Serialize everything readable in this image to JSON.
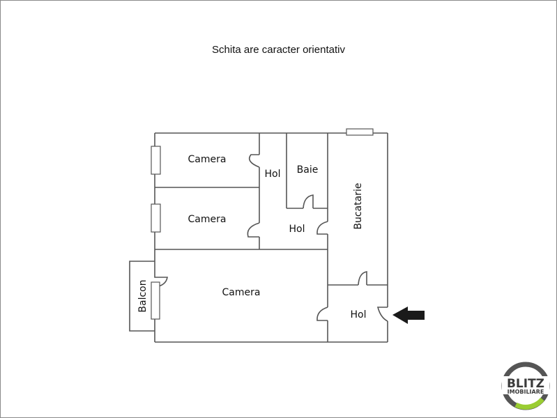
{
  "caption": "Schita are caracter orientativ",
  "rooms": [
    {
      "name": "Camera",
      "id": "camera-1"
    },
    {
      "name": "Camera",
      "id": "camera-2"
    },
    {
      "name": "Camera",
      "id": "camera-3"
    },
    {
      "name": "Hol",
      "id": "hol-1"
    },
    {
      "name": "Baie",
      "id": "baie"
    },
    {
      "name": "Hol",
      "id": "hol-2"
    },
    {
      "name": "Bucatarie",
      "id": "bucatarie"
    },
    {
      "name": "Hol",
      "id": "hol-3"
    },
    {
      "name": "Balcon",
      "id": "balcon"
    }
  ],
  "entrance_icon": "arrow-left-icon",
  "logo": {
    "line1": "BLITZ",
    "line2": "IMOBILIARE",
    "ring_color": "#555555",
    "accent_color": "#9acd32"
  },
  "colors": {
    "wall": "#555555",
    "text": "#111111",
    "background": "#ffffff"
  }
}
